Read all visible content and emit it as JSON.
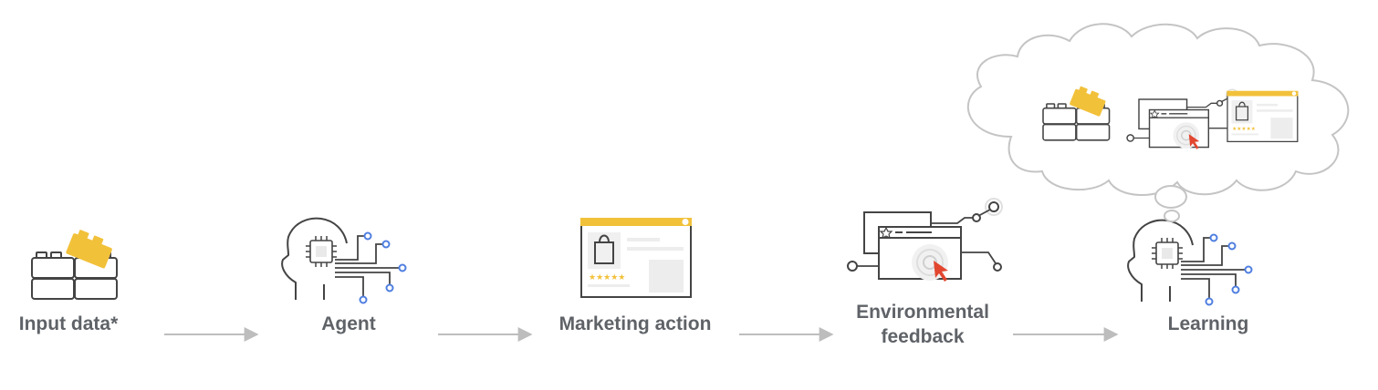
{
  "steps": [
    {
      "id": "input-data",
      "label": "Input data*"
    },
    {
      "id": "agent",
      "label": "Agent"
    },
    {
      "id": "marketing-action",
      "label": "Marketing action"
    },
    {
      "id": "environmental-feedback",
      "label_line1": "Environmental",
      "label_line2": "feedback"
    },
    {
      "id": "learning",
      "label": "Learning"
    }
  ],
  "icons": {
    "input": "brick-blocks-icon",
    "agent": "ai-head-icon",
    "action": "product-card-icon",
    "feedback": "browser-click-icon",
    "learning": "ai-head-icon",
    "thought": "thought-cloud-icon"
  },
  "colors": {
    "line": "#444444",
    "accent_yellow": "#f2c13a",
    "accent_blue": "#4f7fe0",
    "accent_red": "#e2462f",
    "arrow": "#bdbdbd",
    "cloud": "#c4c4c4",
    "label": "#5f6368",
    "panel": "#eeeeee"
  }
}
